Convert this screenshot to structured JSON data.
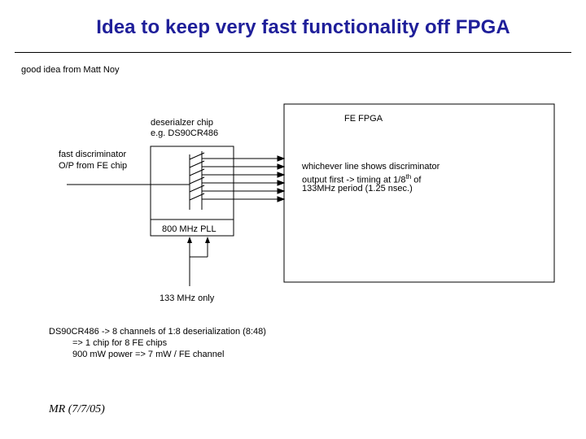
{
  "title": "Idea to keep very fast functionality off FPGA",
  "intro": "good idea from Matt Noy",
  "deserializer": {
    "line1": "deserialzer chip",
    "line2": "e.g. DS90CR486"
  },
  "fpga_label": "FE FPGA",
  "discriminator": {
    "line1": "fast discriminator",
    "line2": "O/P from FE chip"
  },
  "whichever": {
    "line1": "whichever line shows discriminator",
    "line2_pre": "output first -> timing at 1/8",
    "line2_sup": "th",
    "line2_post": " of",
    "line3": "133MHz period (1.25 nsec.)"
  },
  "pll_label": "800 MHz PLL",
  "clock_label": "133 MHz only",
  "notes": [
    "DS90CR486 -> 8 channels of 1:8 deserialization (8:48)",
    "=> 1 chip for 8 FE chips",
    "900 mW power => 7 mW / FE channel"
  ],
  "signature": "MR (7/7/05)"
}
